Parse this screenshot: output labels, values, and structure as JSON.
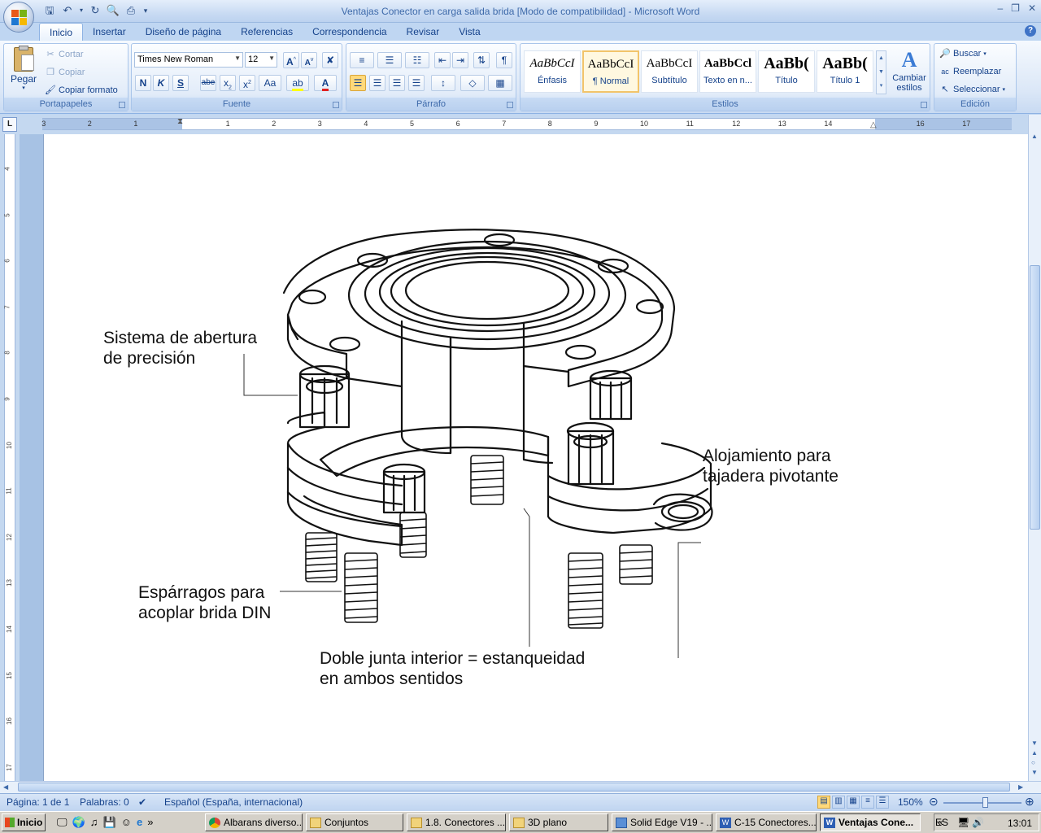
{
  "window": {
    "title": "Ventajas Conector en carga salida brida [Modo de compatibilidad] - Microsoft Word"
  },
  "tabs": [
    "Inicio",
    "Insertar",
    "Diseño de página",
    "Referencias",
    "Correspondencia",
    "Revisar",
    "Vista"
  ],
  "clipboard": {
    "paste": "Pegar",
    "cut": "Cortar",
    "copy": "Copiar",
    "format_painter": "Copiar formato",
    "group": "Portapapeles"
  },
  "font": {
    "name": "Times New Roman",
    "size": "12",
    "group": "Fuente"
  },
  "paragraph": {
    "group": "Párrafo"
  },
  "styles": {
    "items": [
      {
        "preview": "AaBbCcI",
        "name": "Énfasis"
      },
      {
        "preview": "AaBbCcI",
        "name": "¶ Normal"
      },
      {
        "preview": "AaBbCcI",
        "name": "Subtítulo"
      },
      {
        "preview": "AaBbCcl",
        "name": "Texto en n..."
      },
      {
        "preview": "AaBb(",
        "name": "Título"
      },
      {
        "preview": "AaBb(",
        "name": "Título 1"
      }
    ],
    "change": "Cambiar estilos",
    "group": "Estilos"
  },
  "editing": {
    "find": "Buscar",
    "replace": "Reemplazar",
    "select": "Seleccionar",
    "group": "Edición"
  },
  "ruler": {
    "h_numbers": [
      "3",
      "2",
      "1",
      "1",
      "2",
      "3",
      "4",
      "5",
      "6",
      "7",
      "8",
      "9",
      "10",
      "11",
      "12",
      "13",
      "14",
      "16",
      "17"
    ],
    "v_numbers": [
      "4",
      "5",
      "6",
      "7",
      "8",
      "9",
      "10",
      "11",
      "12",
      "13",
      "14",
      "15",
      "16",
      "17"
    ]
  },
  "document": {
    "callouts": [
      "Sistema de abertura\nde precisión",
      "Alojamiento para\ntajadera pivotante",
      "Espárragos para\nacoplar brida DIN",
      "Doble junta interior = estanqueidad\nen ambos sentidos"
    ]
  },
  "status": {
    "page": "Página: 1 de 1",
    "words": "Palabras: 0",
    "language": "Español (España, internacional)",
    "zoom": "150%"
  },
  "taskbar": {
    "start": "Inicio",
    "buttons": [
      "Albarans diverso...",
      "Conjuntos",
      "1.8. Conectores ...",
      "3D plano",
      "Solid Edge V19 - ...",
      "C-15 Conectores...",
      "Ventajas Cone..."
    ],
    "lang": "ES",
    "time": "13:01"
  }
}
